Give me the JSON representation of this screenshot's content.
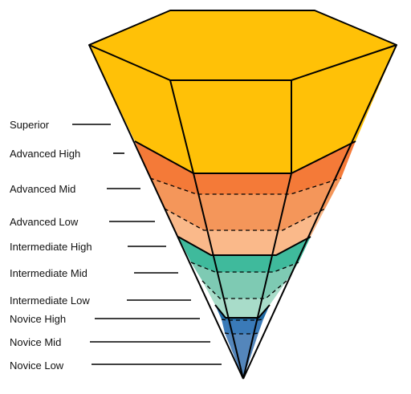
{
  "levels": [
    {
      "label": "Superior",
      "color": "#FFC107"
    },
    {
      "label": "Advanced High",
      "color": "#F47A38"
    },
    {
      "label": "Advanced Mid",
      "color": "#F4965A"
    },
    {
      "label": "Advanced Low",
      "color": "#FAB98A"
    },
    {
      "label": "Intermediate High",
      "color": "#3FBA9C"
    },
    {
      "label": "Intermediate Mid",
      "color": "#7ECAB3"
    },
    {
      "label": "Intermediate Low",
      "color": "#A8DCC9"
    },
    {
      "label": "Novice High",
      "color": "#1F6AA5"
    },
    {
      "label": "Novice Mid",
      "color": "#3A7AB8"
    },
    {
      "label": "Novice Low",
      "color": "#5486BB"
    }
  ]
}
